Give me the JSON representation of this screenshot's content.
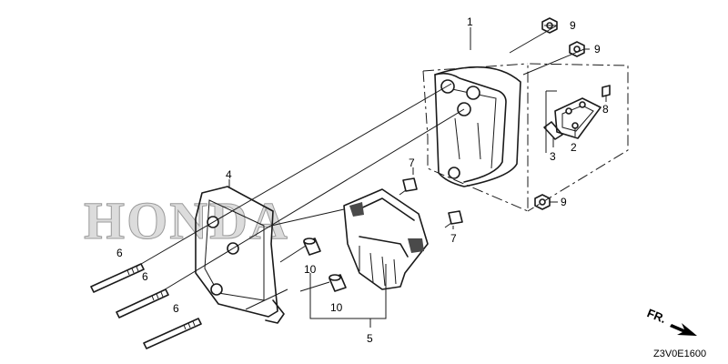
{
  "watermark": "HONDA",
  "callouts": {
    "c1": "1",
    "c2": "2",
    "c3": "3",
    "c4": "4",
    "c5": "5",
    "c6a": "6",
    "c6b": "6",
    "c6c": "6",
    "c7a": "7",
    "c7b": "7",
    "c8": "8",
    "c9a": "9",
    "c9b": "9",
    "c9c": "9",
    "c10a": "10",
    "c10b": "10"
  },
  "direction_label": "FR.",
  "diagram_code": "Z3V0E1600"
}
